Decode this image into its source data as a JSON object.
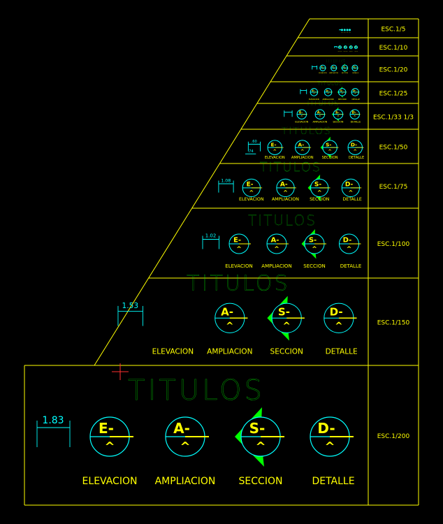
{
  "title_text": "TITULOS",
  "symbol_labels": [
    "ELEVACION",
    "AMPLIACION",
    "SECCION",
    "DETALLE"
  ],
  "symbol_letters": [
    "E-",
    "A-",
    "S-",
    "D-"
  ],
  "symbol_sub": "^",
  "rows": [
    {
      "scale": "ESC.1/5",
      "dim": ""
    },
    {
      "scale": "ESC.1/10",
      "dim": ""
    },
    {
      "scale": "ESC.1/20",
      "dim": ""
    },
    {
      "scale": "ESC.1/25",
      "dim": ""
    },
    {
      "scale": "ESC.1/33 1/3",
      "dim": ""
    },
    {
      "scale": "ESC.1/50",
      "dim": ".60",
      "dim2": ".74"
    },
    {
      "scale": "ESC.1/75",
      "dim": "1.08"
    },
    {
      "scale": "ESC.1/100",
      "dim": "1.02"
    },
    {
      "scale": "ESC.1/150",
      "dim": "1.53",
      "hide_symbol": 0
    },
    {
      "scale": "ESC.1/200",
      "dim": "1.83"
    }
  ],
  "colors": {
    "frame": "#ffff00",
    "title": "#00ff00",
    "symbol": "#00ffff",
    "text": "#ffff00",
    "cursor": "#ff3030"
  }
}
